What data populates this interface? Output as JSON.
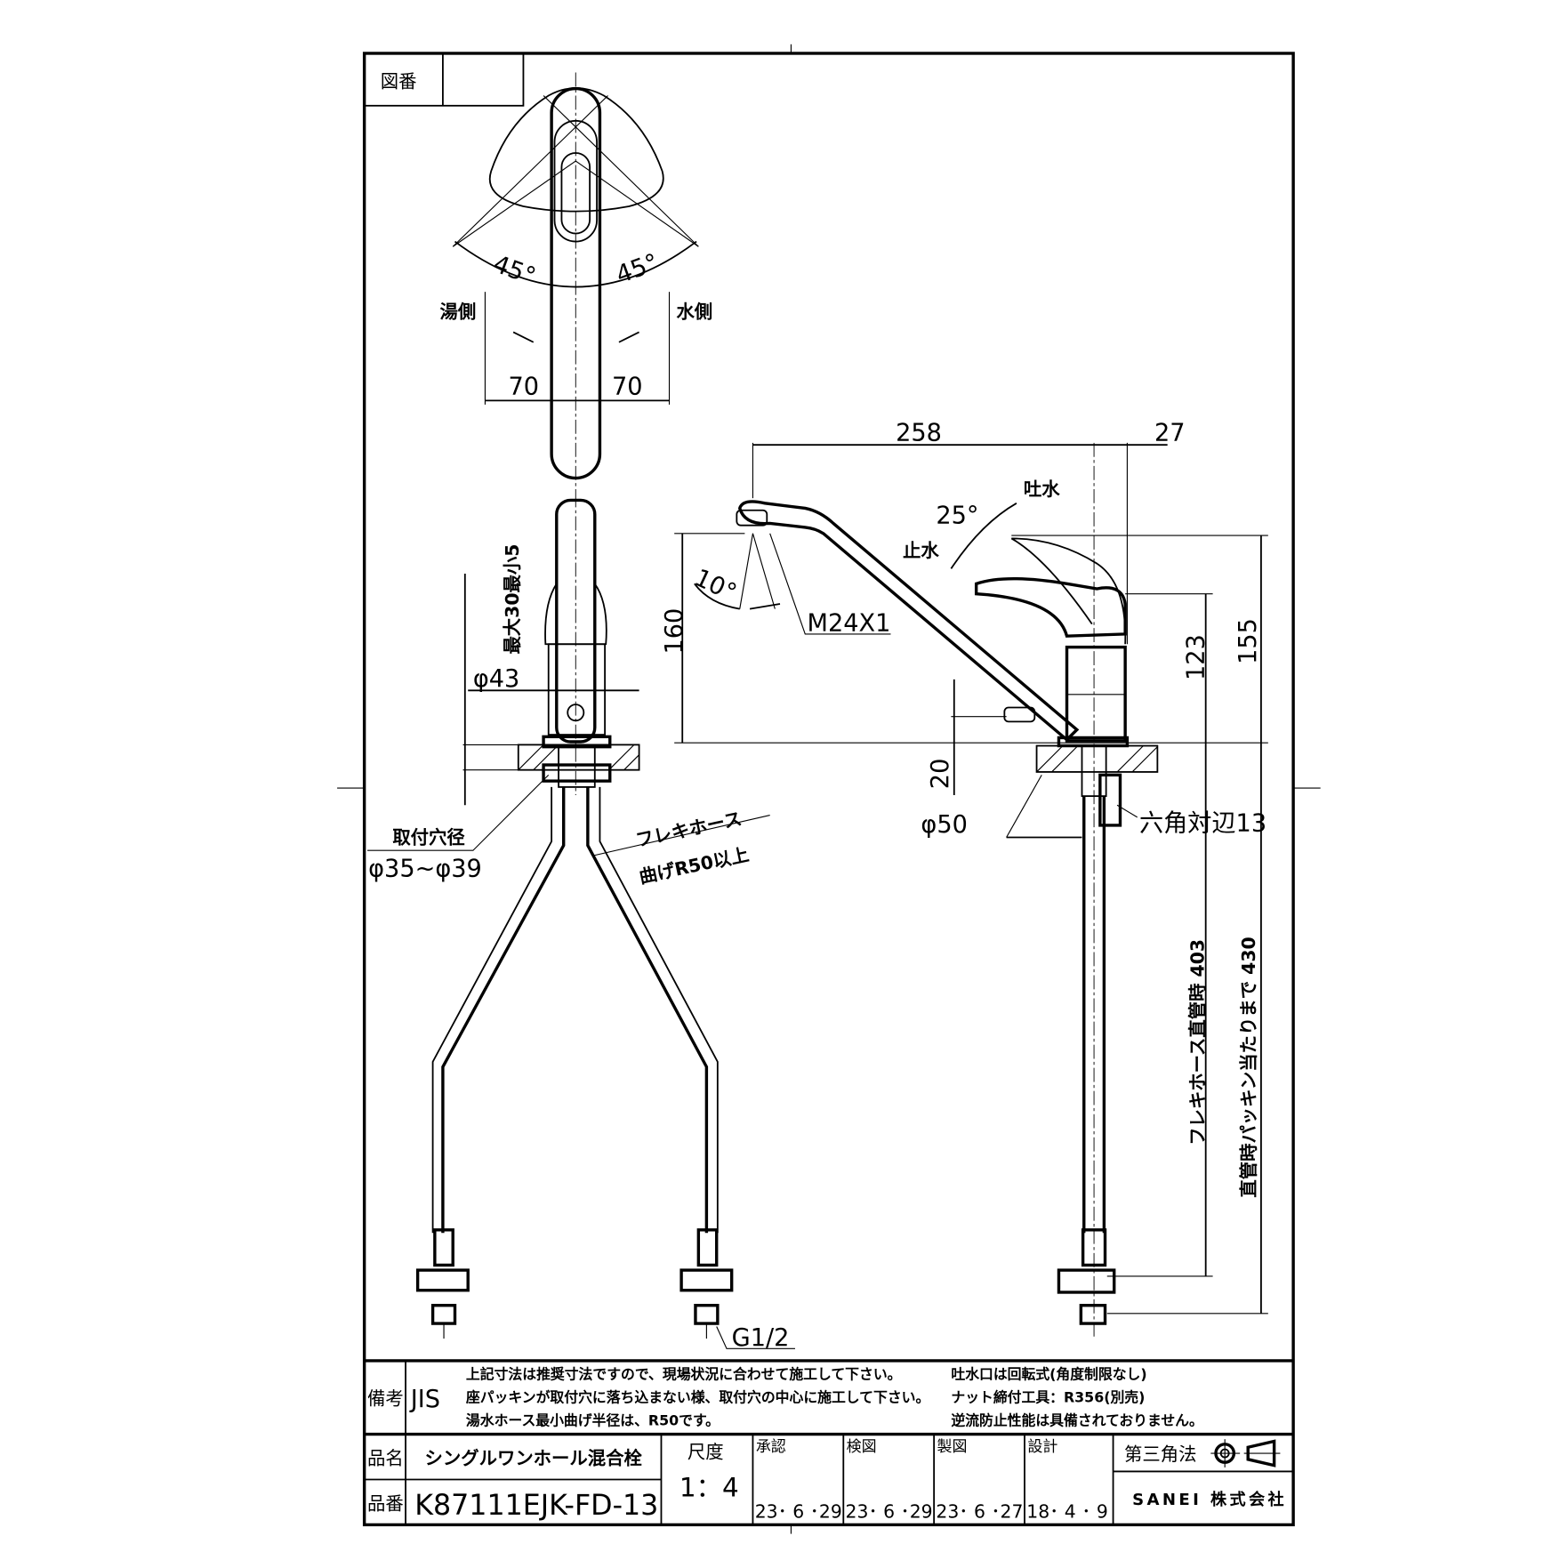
{
  "drawing": {
    "drawing_number_label": "図番",
    "drawing_number_value": "",
    "top_view": {
      "angle_left": "45°",
      "angle_right": "45°",
      "hot_side": "湯側",
      "cold_side": "水側",
      "dim_left": "70",
      "dim_right": "70"
    },
    "front_view": {
      "height_range": "最大30最小5",
      "diameter": "φ43",
      "mount_hole_label": "取付穴径",
      "mount_hole_value": "φ35~φ39",
      "hose_label": "フレキホース",
      "hose_bend": "曲げR50以上",
      "thread": "G1/2"
    },
    "side_view": {
      "reach": "258",
      "offset": "27",
      "spout_open": "吐水",
      "lever_angle": "25°",
      "spout_stop": "止水",
      "aerator_angle": "10°",
      "aerator_thread": "M24X1",
      "spout_height": "160",
      "lever_height": "123",
      "total_height": "155",
      "base_height": "20",
      "base_diameter": "φ50",
      "hex_size": "六角対辺13",
      "hose_length": "フレキホース直管時 403",
      "packing_length": "直管時パッキン当たりまで 430"
    }
  },
  "notes": {
    "label": "備考",
    "standard": "JIS",
    "left": [
      "上記寸法は推奨寸法ですので、現場状況に合わせて施工して下さい。",
      "座パッキンが取付穴に落ち込まない様、取付穴の中心に施工して下さい。",
      "湯水ホース最小曲げ半径は、R50です。"
    ],
    "right": [
      "吐水口は回転式(角度制限なし)",
      "ナット締付工具：R356(別売)",
      "逆流防止性能は具備されておりません。"
    ]
  },
  "title_block": {
    "name_label": "品名",
    "name_value": "シングルワンホール混合栓",
    "number_label": "品番",
    "number_value": "K87111EJK-FD-13",
    "scale_label": "尺度",
    "scale_value": "1：4",
    "approvals": [
      {
        "label": "承認",
        "date": "23･ 6 ･29"
      },
      {
        "label": "検図",
        "date": "23･ 6 ･29"
      },
      {
        "label": "製図",
        "date": "23･ 6 ･27"
      },
      {
        "label": "設計",
        "date": "18･ 4 ･ 9"
      }
    ],
    "projection": "第三角法",
    "company": "SANEI 株式会社"
  }
}
